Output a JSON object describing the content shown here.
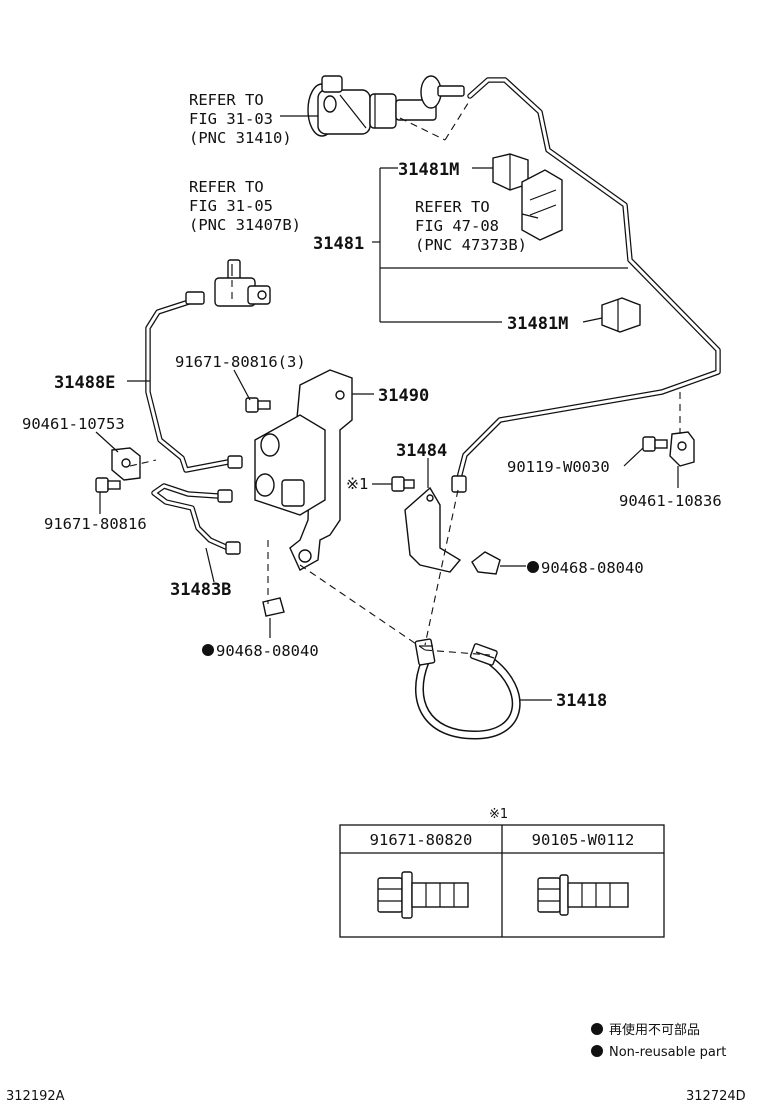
{
  "refs": {
    "master_cylinder": [
      "REFER TO",
      "FIG 31-03",
      "(PNC 31410)"
    ],
    "release_cylinder": [
      "REFER TO",
      "FIG 31-05",
      "(PNC 31407B)"
    ],
    "clamp": [
      "REFER TO",
      "FIG 47-08",
      "(PNC 47373B)"
    ]
  },
  "parts": {
    "p31481M_top": "31481M",
    "p31481": "31481",
    "p31481M_bottom": "31481M",
    "p91671_80816_3": "91671-80816(3)",
    "p31488E": "31488E",
    "p31490": "31490",
    "p90461_10753": "90461-10753",
    "p31484": "31484",
    "p90119_W0030": "90119-W0030",
    "p90461_10836": "90461-10836",
    "p91671_80816": "91671-80816",
    "p90468_08040_right": "90468-08040",
    "p31483B": "31483B",
    "p90468_08040_left": "90468-08040",
    "p31418": "31418",
    "note_mark": "※1"
  },
  "table": {
    "caption": "※1",
    "headers": [
      "91671-80820",
      "90105-W0112"
    ]
  },
  "legend": {
    "line1": "再使用不可部品",
    "line2": "Non-reusable part"
  },
  "footer": {
    "left": "312192A",
    "right": "312724D"
  }
}
